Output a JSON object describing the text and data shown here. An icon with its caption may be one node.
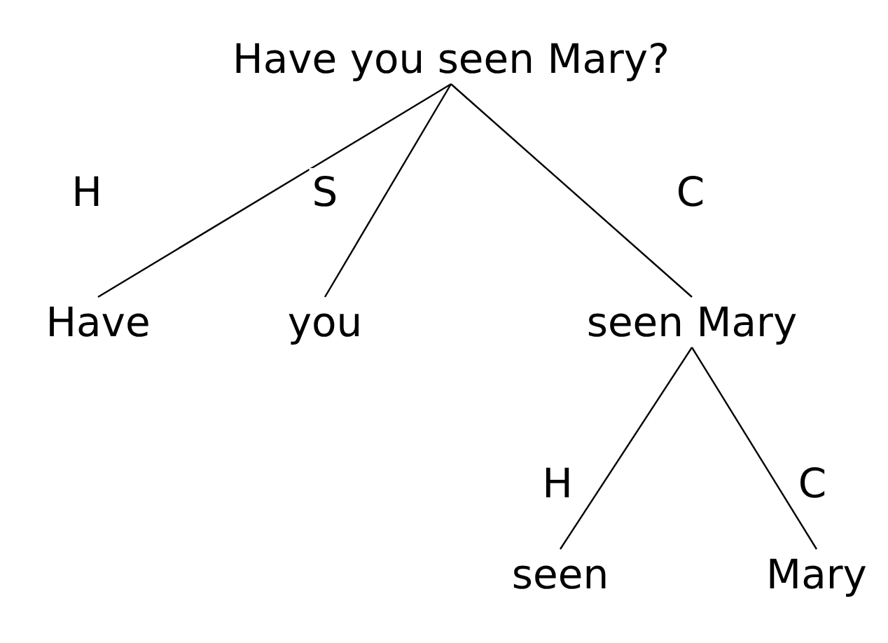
{
  "diagram": {
    "nodes": [
      {
        "text": [
          "Have you seen Mary?"
        ]
      },
      {
        "text": [
          "Have"
        ]
      },
      {
        "text": [
          "you"
        ]
      },
      {
        "text": [
          "seen Mary"
        ]
      },
      {
        "text": [
          "seen"
        ]
      },
      {
        "text": [
          "Mary"
        ]
      }
    ],
    "edges": [
      {
        "from": 0,
        "to": 1,
        "arrow": "none",
        "label": "H"
      },
      {
        "from": 0,
        "to": 2,
        "arrow": "none",
        "label": "S"
      },
      {
        "from": 0,
        "to": 3,
        "arrow": "none",
        "label": "C"
      },
      {
        "from": 3,
        "to": 4,
        "arrow": "none",
        "label": "H"
      },
      {
        "from": 3,
        "to": 5,
        "arrow": "none",
        "label": "C"
      }
    ]
  }
}
